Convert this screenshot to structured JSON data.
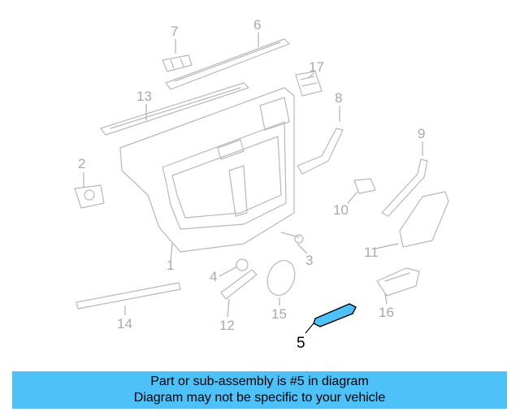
{
  "callouts": [
    {
      "id": "1",
      "label": "1"
    },
    {
      "id": "2",
      "label": "2"
    },
    {
      "id": "3",
      "label": "3"
    },
    {
      "id": "4",
      "label": "4"
    },
    {
      "id": "5",
      "label": "5",
      "highlight": true
    },
    {
      "id": "6",
      "label": "6"
    },
    {
      "id": "7",
      "label": "7"
    },
    {
      "id": "8",
      "label": "8"
    },
    {
      "id": "9",
      "label": "9"
    },
    {
      "id": "10",
      "label": "10"
    },
    {
      "id": "11",
      "label": "11"
    },
    {
      "id": "12",
      "label": "12"
    },
    {
      "id": "13",
      "label": "13"
    },
    {
      "id": "14",
      "label": "14"
    },
    {
      "id": "15",
      "label": "15"
    },
    {
      "id": "16",
      "label": "16"
    },
    {
      "id": "17",
      "label": "17"
    }
  ],
  "highlight_color": "#4dc1f8",
  "banner": {
    "line1": "Part or sub-assembly is #5 in diagram",
    "line2": "Diagram may not be specific to your vehicle",
    "background": "#4dc1f8"
  }
}
